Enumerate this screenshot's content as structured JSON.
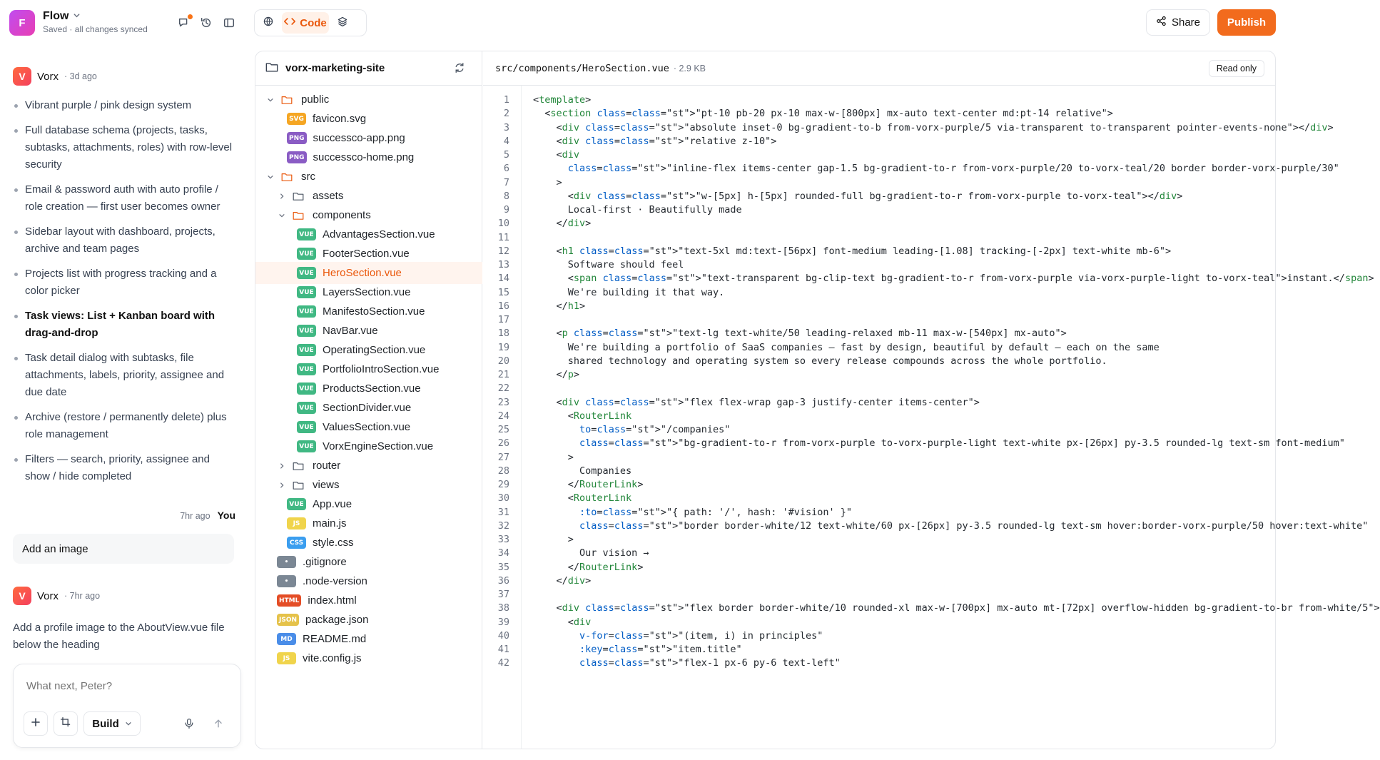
{
  "header": {
    "app_logo_letter": "F",
    "app_name": "Flow",
    "save_status": "Saved · all changes synced",
    "mode_code_label": "Code",
    "share_label": "Share",
    "publish_label": "Publish"
  },
  "chat": {
    "msg1": {
      "logo": "V",
      "author": "Vorx",
      "time": "· 3d ago"
    },
    "bullets": [
      "Vibrant purple / pink design system",
      "Full database schema (projects, tasks, subtasks, attachments, roles) with row-level security",
      "Email & password auth with auto profile / role creation — first user becomes owner",
      "Sidebar layout with dashboard, projects, archive and team pages",
      "Projects list with progress tracking and a color picker",
      "Task views: List + Kanban board with drag-and-drop",
      "Task detail dialog with subtasks, file attachments, labels, priority, assignee and due date",
      "Archive (restore / permanently delete) plus role management",
      "Filters — search, priority, assignee and show / hide completed"
    ],
    "you_time": "7hr ago",
    "you_name": "You",
    "user_message": "Add an image",
    "msg2": {
      "logo": "V",
      "author": "Vorx",
      "time": "· 7hr ago",
      "text": "Add a profile image to the AboutView.vue file below the heading"
    },
    "composer_placeholder": "What next, Peter?",
    "build_label": "Build"
  },
  "tree": {
    "project_name": "vorx-marketing-site",
    "rows": [
      {
        "type": "folder",
        "depth": 0,
        "name": "public",
        "open": true
      },
      {
        "type": "file",
        "depth": 1,
        "name": "favicon.svg",
        "badge": "SVG",
        "cls": "b-svg"
      },
      {
        "type": "file",
        "depth": 1,
        "name": "successco-app.png",
        "badge": "PNG",
        "cls": "b-png"
      },
      {
        "type": "file",
        "depth": 1,
        "name": "successco-home.png",
        "badge": "PNG",
        "cls": "b-png"
      },
      {
        "type": "folder",
        "depth": 0,
        "name": "src",
        "open": true
      },
      {
        "type": "folder",
        "depth": 1,
        "name": "assets",
        "open": false
      },
      {
        "type": "folder",
        "depth": 1,
        "name": "components",
        "open": true
      },
      {
        "type": "file",
        "depth": 2,
        "name": "AdvantagesSection.vue",
        "badge": "VUE",
        "cls": "b-vue"
      },
      {
        "type": "file",
        "depth": 2,
        "name": "FooterSection.vue",
        "badge": "VUE",
        "cls": "b-vue"
      },
      {
        "type": "file",
        "depth": 2,
        "name": "HeroSection.vue",
        "badge": "VUE",
        "cls": "b-vue",
        "active": true
      },
      {
        "type": "file",
        "depth": 2,
        "name": "LayersSection.vue",
        "badge": "VUE",
        "cls": "b-vue"
      },
      {
        "type": "file",
        "depth": 2,
        "name": "ManifestoSection.vue",
        "badge": "VUE",
        "cls": "b-vue"
      },
      {
        "type": "file",
        "depth": 2,
        "name": "NavBar.vue",
        "badge": "VUE",
        "cls": "b-vue"
      },
      {
        "type": "file",
        "depth": 2,
        "name": "OperatingSection.vue",
        "badge": "VUE",
        "cls": "b-vue"
      },
      {
        "type": "file",
        "depth": 2,
        "name": "PortfolioIntroSection.vue",
        "badge": "VUE",
        "cls": "b-vue"
      },
      {
        "type": "file",
        "depth": 2,
        "name": "ProductsSection.vue",
        "badge": "VUE",
        "cls": "b-vue"
      },
      {
        "type": "file",
        "depth": 2,
        "name": "SectionDivider.vue",
        "badge": "VUE",
        "cls": "b-vue"
      },
      {
        "type": "file",
        "depth": 2,
        "name": "ValuesSection.vue",
        "badge": "VUE",
        "cls": "b-vue"
      },
      {
        "type": "file",
        "depth": 2,
        "name": "VorxEngineSection.vue",
        "badge": "VUE",
        "cls": "b-vue"
      },
      {
        "type": "folder",
        "depth": 1,
        "name": "router",
        "open": false
      },
      {
        "type": "folder",
        "depth": 1,
        "name": "views",
        "open": false
      },
      {
        "type": "file",
        "depth": 1,
        "name": "App.vue",
        "badge": "VUE",
        "cls": "b-vue"
      },
      {
        "type": "file",
        "depth": 1,
        "name": "main.js",
        "badge": "JS",
        "cls": "b-js"
      },
      {
        "type": "file",
        "depth": 1,
        "name": "style.css",
        "badge": "CSS",
        "cls": "b-css"
      },
      {
        "type": "file",
        "depth": 0,
        "name": ".gitignore",
        "badge": "•",
        "cls": "b-dot"
      },
      {
        "type": "file",
        "depth": 0,
        "name": ".node-version",
        "badge": "•",
        "cls": "b-dot"
      },
      {
        "type": "file",
        "depth": 0,
        "name": "index.html",
        "badge": "HTML",
        "cls": "b-html"
      },
      {
        "type": "file",
        "depth": 0,
        "name": "package.json",
        "badge": "JSON",
        "cls": "b-json"
      },
      {
        "type": "file",
        "depth": 0,
        "name": "README.md",
        "badge": "MD",
        "cls": "b-md"
      },
      {
        "type": "file",
        "depth": 0,
        "name": "vite.config.js",
        "badge": "JS",
        "cls": "b-js"
      }
    ]
  },
  "editor": {
    "path": "src/components/HeroSection.vue",
    "size": "· 2.9 KB",
    "readonly_label": "Read only",
    "lines": [
      "<template>",
      "  <section class=\"pt-10 pb-20 px-10 max-w-[800px] mx-auto text-center md:pt-14 relative\">",
      "    <div class=\"absolute inset-0 bg-gradient-to-b from-vorx-purple/5 via-transparent to-transparent pointer-events-none\"></div>",
      "    <div class=\"relative z-10\">",
      "    <div",
      "      class=\"inline-flex items-center gap-1.5 bg-gradient-to-r from-vorx-purple/20 to-vorx-teal/20 border border-vorx-purple/30\"",
      "    >",
      "      <div class=\"w-[5px] h-[5px] rounded-full bg-gradient-to-r from-vorx-purple to-vorx-teal\"></div>",
      "      Local-first · Beautifully made",
      "    </div>",
      "",
      "    <h1 class=\"text-5xl md:text-[56px] font-medium leading-[1.08] tracking-[-2px] text-white mb-6\">",
      "      Software should feel",
      "      <span class=\"text-transparent bg-clip-text bg-gradient-to-r from-vorx-purple via-vorx-purple-light to-vorx-teal\">instant.</span>",
      "      We're building it that way.",
      "    </h1>",
      "",
      "    <p class=\"text-lg text-white/50 leading-relaxed mb-11 max-w-[540px] mx-auto\">",
      "      We're building a portfolio of SaaS companies — fast by design, beautiful by default — each on the same",
      "      shared technology and operating system so every release compounds across the whole portfolio.",
      "    </p>",
      "",
      "    <div class=\"flex flex-wrap gap-3 justify-center items-center\">",
      "      <RouterLink",
      "        to=\"/companies\"",
      "        class=\"bg-gradient-to-r from-vorx-purple to-vorx-purple-light text-white px-[26px] py-3.5 rounded-lg text-sm font-medium\"",
      "      >",
      "        Companies",
      "      </RouterLink>",
      "      <RouterLink",
      "        :to=\"{ path: '/', hash: '#vision' }\"",
      "        class=\"border border-white/12 text-white/60 px-[26px] py-3.5 rounded-lg text-sm hover:border-vorx-purple/50 hover:text-white\"",
      "      >",
      "        Our vision →",
      "      </RouterLink>",
      "    </div>",
      "",
      "    <div class=\"flex border border-white/10 rounded-xl max-w-[700px] mx-auto mt-[72px] overflow-hidden bg-gradient-to-br from-white/5\">",
      "      <div",
      "        v-for=\"(item, i) in principles\"",
      "        :key=\"item.title\"",
      "        class=\"flex-1 px-6 py-6 text-left\""
    ]
  }
}
